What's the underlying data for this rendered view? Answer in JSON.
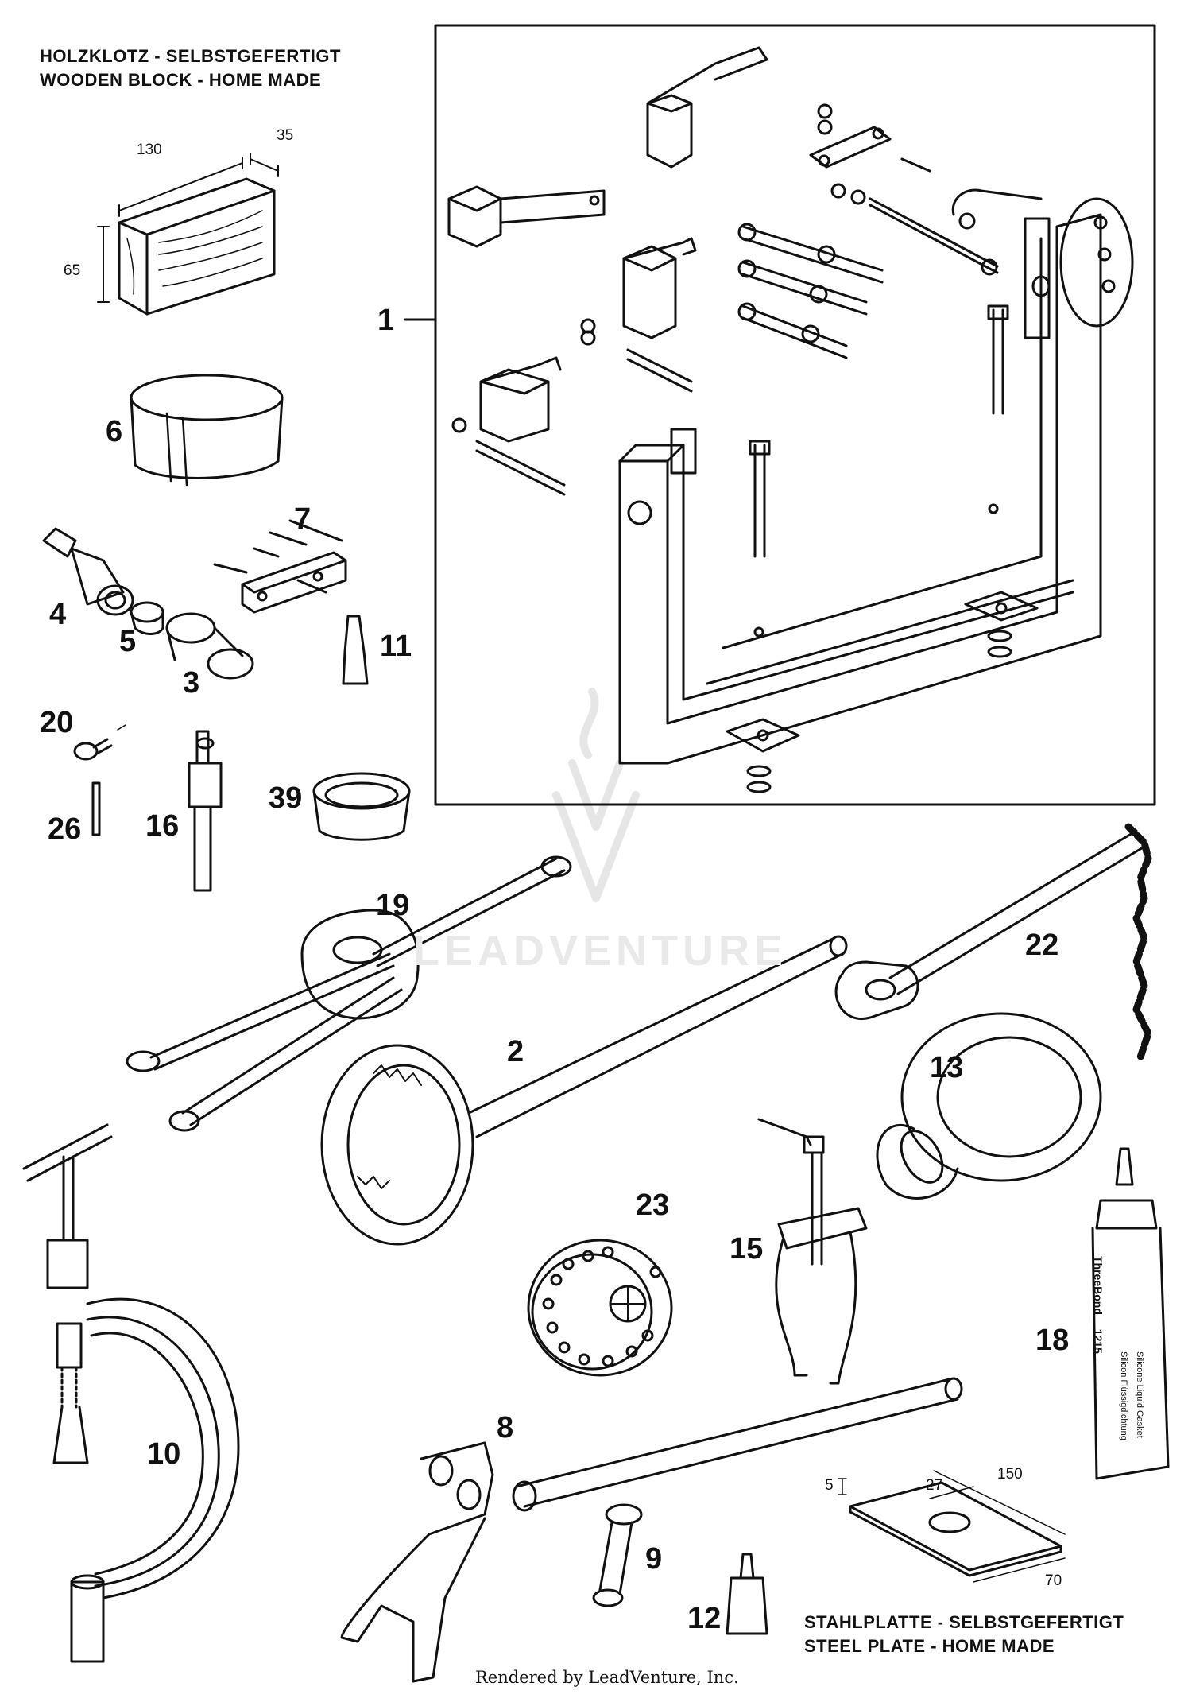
{
  "titles": {
    "wooden_block_de": "HOLZKLOTZ - SELBSTGEFERTIGT",
    "wooden_block_en": "WOODEN BLOCK - HOME MADE",
    "steel_plate_de": "STAHLPLATTE - SELBSTGEFERTIGT",
    "steel_plate_en": "STEEL PLATE - HOME MADE"
  },
  "block_dimensions": {
    "length": "130",
    "depth": "35",
    "height": "65"
  },
  "plate_dimensions": {
    "thickness": "5",
    "hole": "27",
    "length": "150",
    "width": "70"
  },
  "parts": {
    "p1": "1",
    "p2": "2",
    "p3": "3",
    "p4": "4",
    "p5": "5",
    "p6": "6",
    "p7": "7",
    "p8": "8",
    "p9": "9",
    "p10": "10",
    "p11": "11",
    "p12": "12",
    "p13": "13",
    "p15": "15",
    "p16": "16",
    "p18": "18",
    "p19": "19",
    "p20": "20",
    "p22": "22",
    "p23": "23",
    "p26": "26",
    "p39": "39"
  },
  "tube_label": {
    "brand": "ThreeBond",
    "code": "1215",
    "line1": "Silicone Liquid Gasket",
    "line2": "Silicon Flüssigdichtung"
  },
  "watermark": "LEADVENTURE",
  "footer": "Rendered by LeadVenture, Inc."
}
